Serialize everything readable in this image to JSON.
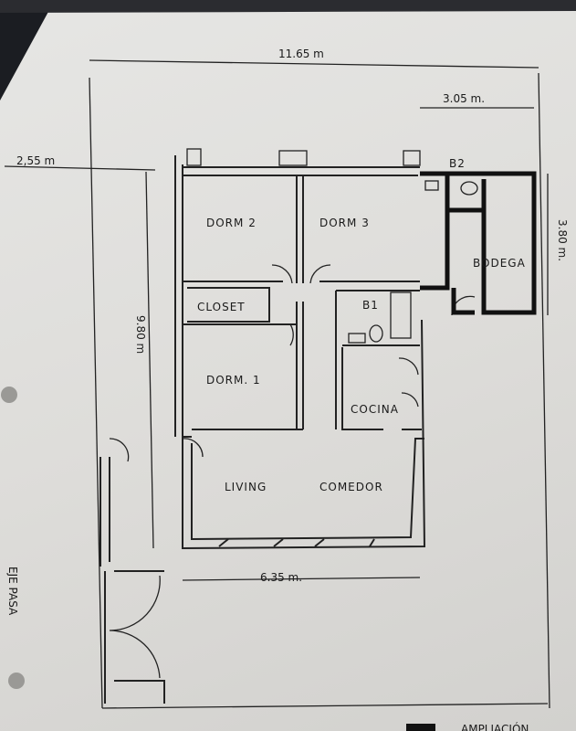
{
  "dimensions": {
    "total_width": "11.65 m",
    "annex_width": "3.05 m.",
    "left_offset": "2,55 m",
    "depth": "9.80 m",
    "annex_depth": "3.80 m.",
    "front_width": "6.35 m."
  },
  "rooms": {
    "dorm2": "DORM 2",
    "dorm3": "DORM 3",
    "dorm1": "DORM. 1",
    "closet": "CLOSET",
    "bath1": "B1",
    "bath2": "B2",
    "bodega": "BODEGA",
    "cocina": "COCINA",
    "living": "LIVING",
    "comedor": "COMEDOR"
  },
  "side_note": "EJE PASA",
  "bottom_note": "AMPLIACIÓN"
}
